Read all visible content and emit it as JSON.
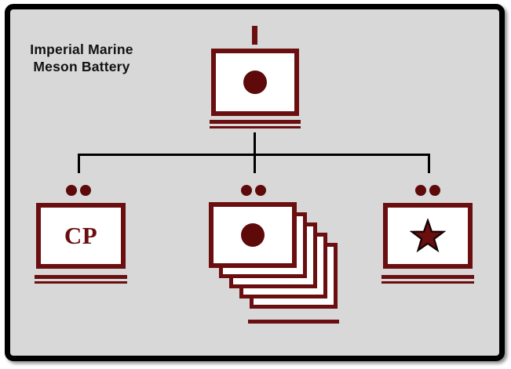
{
  "title": {
    "line1": "Imperial Marine",
    "line2": "Meson Battery"
  },
  "colors": {
    "maroon": "#6a0e0f",
    "symbol_fill": "#5e0a0b",
    "frame_border": "#000000",
    "canvas_background": "#d8d8d8",
    "box_fill": "#ffffff",
    "connector": "#000000"
  },
  "nodes": {
    "hq": {
      "rank_marker": "single-vertical-bar",
      "symbol": "filled-circle"
    },
    "left": {
      "label": "CP",
      "rank_dots": 2
    },
    "middle": {
      "symbol": "filled-circle",
      "rank_dots": 2,
      "stack_count": 5
    },
    "right": {
      "symbol": "filled-star",
      "rank_dots": 2
    }
  }
}
